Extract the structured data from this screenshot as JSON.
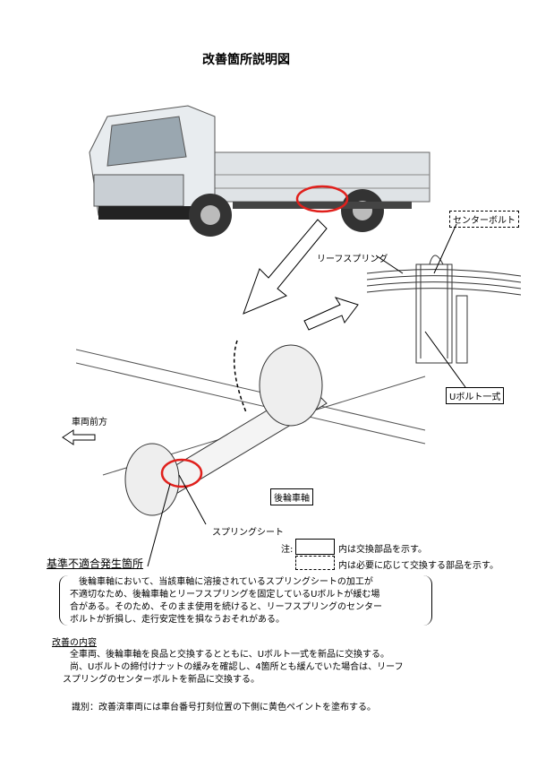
{
  "title": "改善箇所説明図",
  "labels": {
    "center_bolt": "センターボルト",
    "leaf_spring": "リーフスプリング",
    "u_bolt_set": "Uボルト一式",
    "vehicle_front": "車両前方",
    "rear_axle": "後輪車軸",
    "spring_seat": "スプリングシート",
    "defect_location": "基準不適合発生箇所"
  },
  "legend": {
    "note_prefix": "注:",
    "solid_text": "内は交換部品を示す。",
    "dashed_text": "内は必要に応じて交換する部品を示す。"
  },
  "description": [
    "　後輪車軸において、当該車軸に溶接されているスプリングシートの加工が",
    "不適切なため、後輪車軸とリーフスプリングを固定しているUボルトが緩む場",
    "合がある。そのため、そのまま使用を続けると、リーフスプリングのセンター",
    "ボルトが折損し、走行安定性を損なうおそれがある。"
  ],
  "improvement": {
    "heading": "改善の内容",
    "lines": [
      "全車両、後輪車軸を良品と交換するとともに、Uボルト一式を新品に交換する。",
      "尚、Uボルトの締付けナットの緩みを確認し、4箇所とも緩んでいた場合は、リーフ",
      "スプリングのセンターボルトを新品に交換する。"
    ]
  },
  "identification": "識別：改善済車両には車台番号打刻位置の下側に黄色ペイントを塗布する。",
  "colors": {
    "highlight": "#e0201c"
  }
}
